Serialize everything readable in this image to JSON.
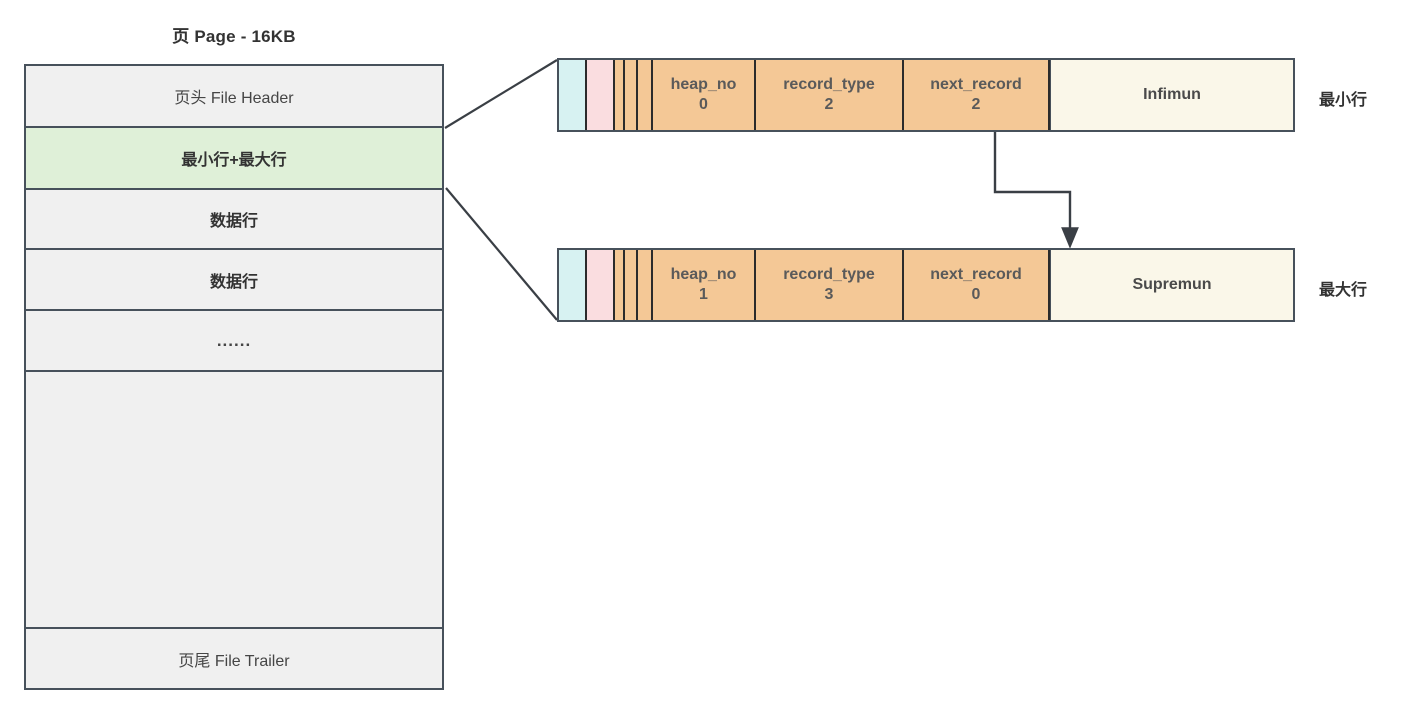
{
  "diagram": {
    "title": "页 Page - 16KB"
  },
  "page_box": {
    "sections": [
      {
        "label": "页头 File Header",
        "style": "plain"
      },
      {
        "label": "最小行+最大行",
        "style": "green-bold"
      },
      {
        "label": "数据行",
        "style": "bold"
      },
      {
        "label": "数据行",
        "style": "bold"
      },
      {
        "label": "......",
        "style": "dots"
      },
      {
        "label": "",
        "style": "blank"
      },
      {
        "label": "页尾 File Trailer",
        "style": "plain"
      }
    ]
  },
  "records": [
    {
      "name": "infimum-record",
      "row_label": "最小行",
      "cells": [
        {
          "name": "variable-length-list",
          "label": "",
          "value": "",
          "color": "cyan"
        },
        {
          "name": "null-value-list",
          "label": "",
          "value": "",
          "color": "pink"
        },
        {
          "name": "delete-mask-flag",
          "label": "",
          "value": "",
          "color": "orange"
        },
        {
          "name": "min-rec-flag",
          "label": "",
          "value": "",
          "color": "orange"
        },
        {
          "name": "n-owned",
          "label": "",
          "value": "",
          "color": "orange"
        },
        {
          "name": "heap-no",
          "label": "heap_no",
          "value": "0",
          "color": "orange"
        },
        {
          "name": "record-type",
          "label": "record_type",
          "value": "2",
          "color": "orange"
        },
        {
          "name": "next-record",
          "label": "next_record",
          "value": "2",
          "color": "orange"
        },
        {
          "name": "record-body",
          "label": "Infimun",
          "value": "",
          "color": "cream"
        }
      ]
    },
    {
      "name": "supremum-record",
      "row_label": "最大行",
      "cells": [
        {
          "name": "variable-length-list",
          "label": "",
          "value": "",
          "color": "cyan"
        },
        {
          "name": "null-value-list",
          "label": "",
          "value": "",
          "color": "pink"
        },
        {
          "name": "delete-mask-flag",
          "label": "",
          "value": "",
          "color": "orange"
        },
        {
          "name": "min-rec-flag",
          "label": "",
          "value": "",
          "color": "orange"
        },
        {
          "name": "n-owned",
          "label": "",
          "value": "",
          "color": "orange"
        },
        {
          "name": "heap-no",
          "label": "heap_no",
          "value": "1",
          "color": "orange"
        },
        {
          "name": "record-type",
          "label": "record_type",
          "value": "3",
          "color": "orange"
        },
        {
          "name": "next-record",
          "label": "next_record",
          "value": "0",
          "color": "orange"
        },
        {
          "name": "record-body",
          "label": "Supremun",
          "value": "",
          "color": "cream"
        }
      ]
    }
  ],
  "colors": {
    "border": "#47515b",
    "orange": "#f4c896",
    "cyan": "#d7f2f2",
    "pink": "#fadde0",
    "cream": "#faf7e9",
    "green": "#dff0d8",
    "gray": "#f0f0f0"
  }
}
